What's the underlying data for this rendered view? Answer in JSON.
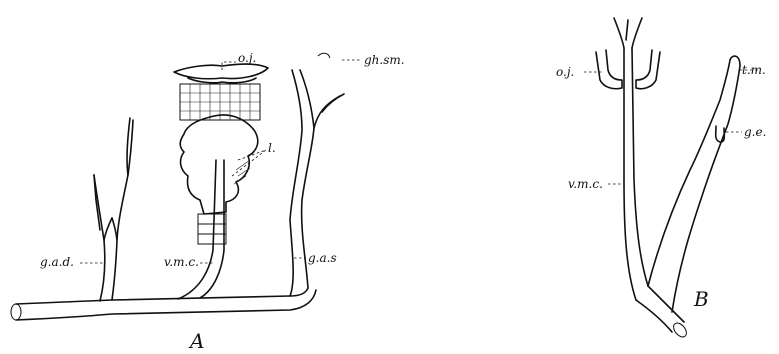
{
  "figure_a": {
    "panel_label": "A",
    "labels": {
      "oj": "o.j.",
      "ghsm": "gh.sm.",
      "l": "l.",
      "gad": "g.a.d.",
      "vmc": "v.m.c.",
      "gas": "g.a.s"
    }
  },
  "figure_b": {
    "panel_label": "B",
    "labels": {
      "oj": "o.j.",
      "tm": "t.m.",
      "ge": "g.e.",
      "vmc": "v.m.c."
    }
  },
  "colors": {
    "ink": "#111111",
    "paper": "#ffffff"
  }
}
